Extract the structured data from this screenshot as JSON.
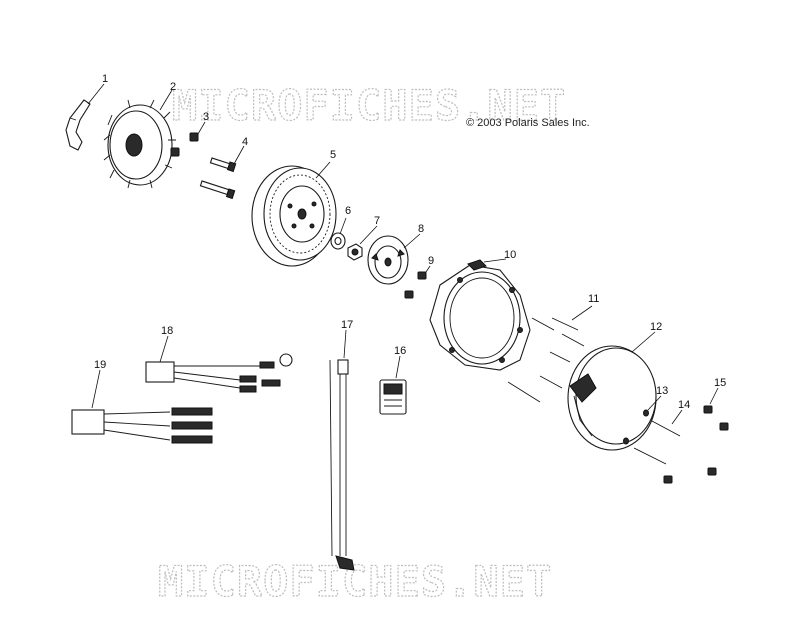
{
  "watermarks": {
    "top": "MICROFICHES.NET",
    "bottom": "MICROFICHES.NET"
  },
  "copyright": "© 2003 Polaris Sales Inc.",
  "callouts": [
    "1",
    "2",
    "3",
    "4",
    "5",
    "6",
    "7",
    "8",
    "9",
    "10",
    "11",
    "12",
    "13",
    "14",
    "15",
    "16",
    "17",
    "18",
    "19"
  ],
  "colors": {
    "line": "#1a1a1a",
    "watermark": "#bdbdbd",
    "background": "#ffffff"
  }
}
